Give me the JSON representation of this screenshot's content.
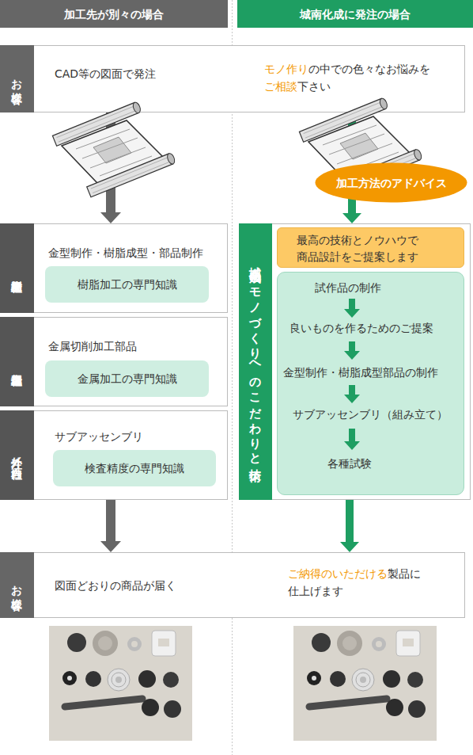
{
  "diagram": {
    "nodes": [
      {
        "text": [
          "加工先が別々の場合"
        ]
      },
      {
        "text": [
          "城南化成に発注の場合"
        ]
      },
      {
        "text": [
          "お客様",
          "CAD等の図面で発注",
          "モノ作り",
          "の中での色々なお悩みを",
          "ご相談",
          "下さい"
        ]
      },
      {
        "text": [
          "加工方法のアドバイス"
        ]
      },
      {
        "text": [
          "樹脂加工会社",
          "金型制作・樹脂成型・部品制作"
        ]
      },
      {
        "text": [
          "樹脂加工の専門知識"
        ],
        "in": 4
      },
      {
        "text": [
          "金属加工会社",
          "金属切削加工部品"
        ]
      },
      {
        "text": [
          "金属加工の専門知識"
        ],
        "in": 6
      },
      {
        "text": [
          "外注／自社内",
          "サブアッセンブリ"
        ]
      },
      {
        "text": [
          "検査精度の専門知識"
        ],
        "in": 8
      },
      {
        "text": [
          "城南化成のモノづくりへのこだわりと技術"
        ]
      },
      {
        "text": [
          "最高の技術とノウハウで 商品設計をご提案します"
        ],
        "in": 10
      },
      {
        "text": [
          "試作品の制作",
          "良いものを作るためのご提案",
          "金型制作・樹脂成型部品の制作",
          "サブアッセンブリ（組み立て）",
          "各種試験"
        ],
        "in": 10
      },
      {
        "text": [
          "お客様",
          "図面どおりの商品が届く",
          "ご納得のいただける",
          "製品に 仕上げます"
        ]
      }
    ],
    "edges": [
      {
        "from": 2,
        "to": 4,
        "arrow": "to"
      },
      {
        "from": 2,
        "to": 10,
        "arrow": "to"
      },
      {
        "from": 8,
        "to": 13,
        "arrow": "to"
      },
      {
        "from": 10,
        "to": 13,
        "arrow": "to"
      }
    ]
  }
}
